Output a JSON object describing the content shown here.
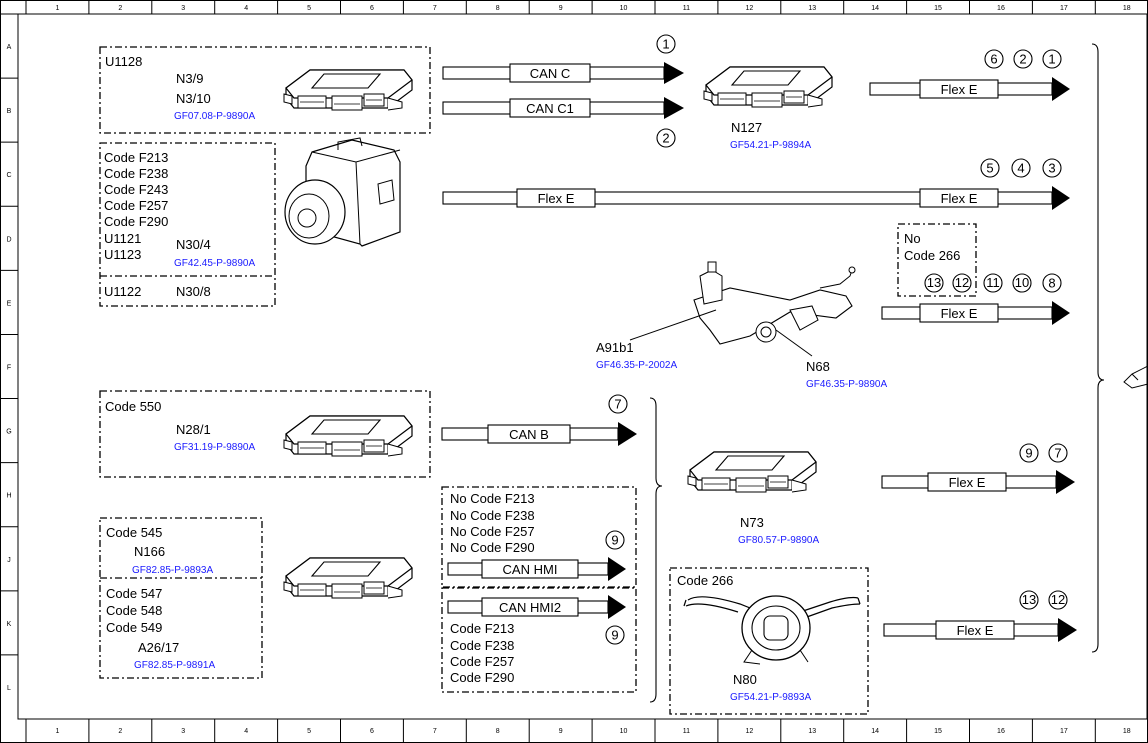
{
  "grid": {
    "columns": [
      "1",
      "2",
      "3",
      "4",
      "5",
      "6",
      "7",
      "8",
      "9",
      "10",
      "11",
      "12",
      "13",
      "14",
      "15",
      "16",
      "17",
      "18"
    ],
    "rows": [
      "A",
      "B",
      "C",
      "D",
      "E",
      "F",
      "G",
      "H",
      "J",
      "K",
      "L"
    ]
  },
  "groups": {
    "u1128": {
      "code": "U1128",
      "parts": [
        "N3/9",
        "N3/10"
      ],
      "ref": "GF07.08-P-9890A"
    },
    "n30": {
      "codes": [
        "Code F213",
        "Code F238",
        "Code F243",
        "Code F257",
        "Code F290",
        "U1121",
        "U1123"
      ],
      "part": "N30/4",
      "ref": "GF42.45-P-9890A",
      "code2": "U1122",
      "part2": "N30/8"
    },
    "n28": {
      "code": "Code 550",
      "part": "N28/1",
      "ref": "GF31.19-P-9890A"
    },
    "n166": {
      "code": "Code 545",
      "part": "N166",
      "ref": "GF82.85-P-9893A"
    },
    "a26": {
      "codes": [
        "Code 547",
        "Code 548",
        "Code 549"
      ],
      "part": "A26/17",
      "ref": "GF82.85-P-9891A"
    },
    "hmi_top": {
      "codes": [
        "No Code F213",
        "No Code F238",
        "No Code F257",
        "No Code F290"
      ]
    },
    "hmi_bottom": {
      "codes": [
        "Code F213",
        "Code F238",
        "Code F257",
        "Code F290"
      ]
    },
    "no266": {
      "line1": "No",
      "line2": "Code 266"
    },
    "n80": {
      "code": "Code 266",
      "part": "N80",
      "ref": "GF54.21-P-9893A"
    },
    "n127": {
      "part": "N127",
      "ref": "GF54.21-P-9894A"
    },
    "n73": {
      "part": "N73",
      "ref": "GF80.57-P-9890A"
    },
    "steering": {
      "part1": "A91b1",
      "ref1": "GF46.35-P-2002A",
      "part2": "N68",
      "ref2": "GF46.35-P-9890A"
    }
  },
  "buses": {
    "can_c": "CAN C",
    "can_c1": "CAN C1",
    "flex_e": "Flex E",
    "can_b": "CAN B",
    "can_hmi": "CAN HMI",
    "can_hmi2": "CAN HMI2"
  },
  "markers": {
    "m1": "1",
    "m2": "2",
    "m3": "3",
    "m4": "4",
    "m5": "5",
    "m6": "6",
    "m7": "7",
    "m8": "8",
    "m9": "9",
    "m10": "10",
    "m11": "11",
    "m12": "12",
    "m13": "13"
  }
}
